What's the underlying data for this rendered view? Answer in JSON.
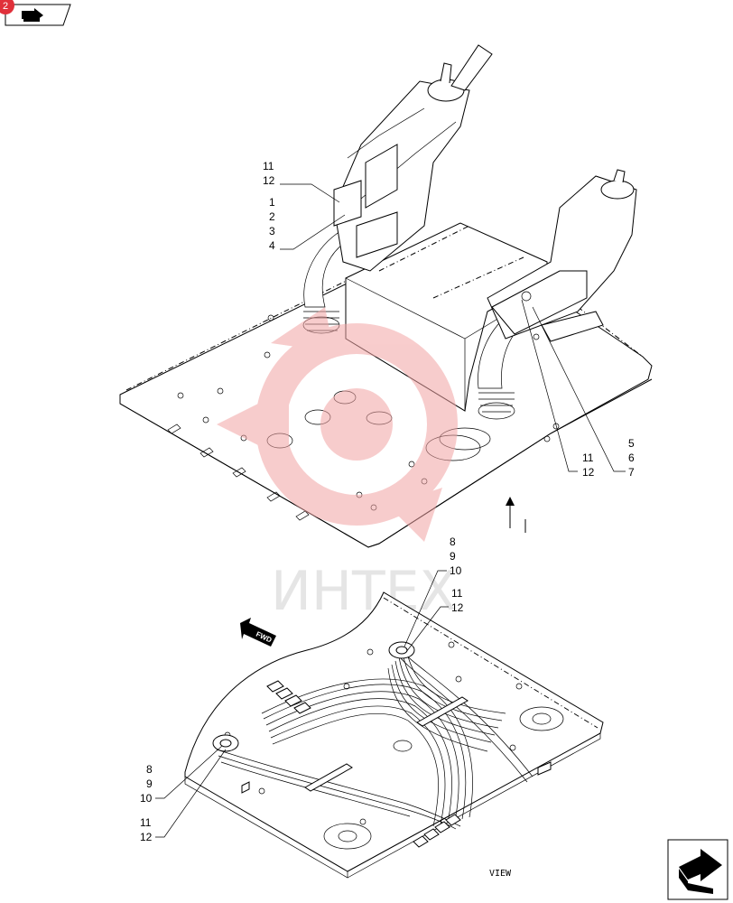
{
  "page_badge": "2",
  "watermark": "ИНТЕХ",
  "view_label": "VIEW",
  "fwd_label": "FWD",
  "colors": {
    "watermark_red": "#f2a4a4",
    "badge_red": "#e0303a"
  },
  "icons": {
    "top_left": "previous-page-arrow-icon",
    "bottom_right": "next-page-arrow-icon"
  },
  "callouts_top": {
    "left_11": "11",
    "left_12": "12",
    "left_1": "1",
    "left_2": "2",
    "left_3": "3",
    "left_4": "4",
    "right_5": "5",
    "right_6": "6",
    "right_7": "7",
    "right_11": "11",
    "right_12": "12"
  },
  "callouts_bottom": {
    "top_8": "8",
    "top_9": "9",
    "top_10": "10",
    "top_11": "11",
    "top_12": "12",
    "left_8": "8",
    "left_9": "9",
    "left_10": "10",
    "left_11": "11",
    "left_12": "12"
  }
}
